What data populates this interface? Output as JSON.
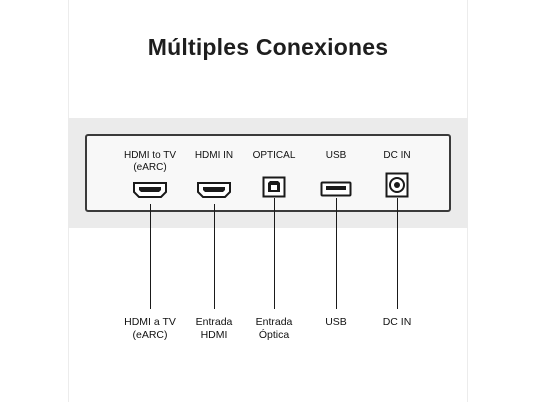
{
  "title": "Múltiples Conexiones",
  "ports": [
    {
      "id": "hdmi-earc",
      "label": "HDMI to TV\n(eARC)",
      "caption": "HDMI a TV\n(eARC)",
      "icon": "hdmi-port-icon"
    },
    {
      "id": "hdmi-in",
      "label": "HDMI IN",
      "caption": "Entrada\nHDMI",
      "icon": "hdmi-port-icon"
    },
    {
      "id": "optical",
      "label": "OPTICAL",
      "caption": "Entrada\nÓptica",
      "icon": "optical-port-icon"
    },
    {
      "id": "usb",
      "label": "USB",
      "caption": "USB",
      "icon": "usb-port-icon"
    },
    {
      "id": "dc-in",
      "label": "DC IN",
      "caption": "DC IN",
      "icon": "dc-jack-icon"
    }
  ],
  "colors": {
    "panel_band": "#ebebeb",
    "panel_border": "#3a3a3a",
    "text": "#111111"
  }
}
